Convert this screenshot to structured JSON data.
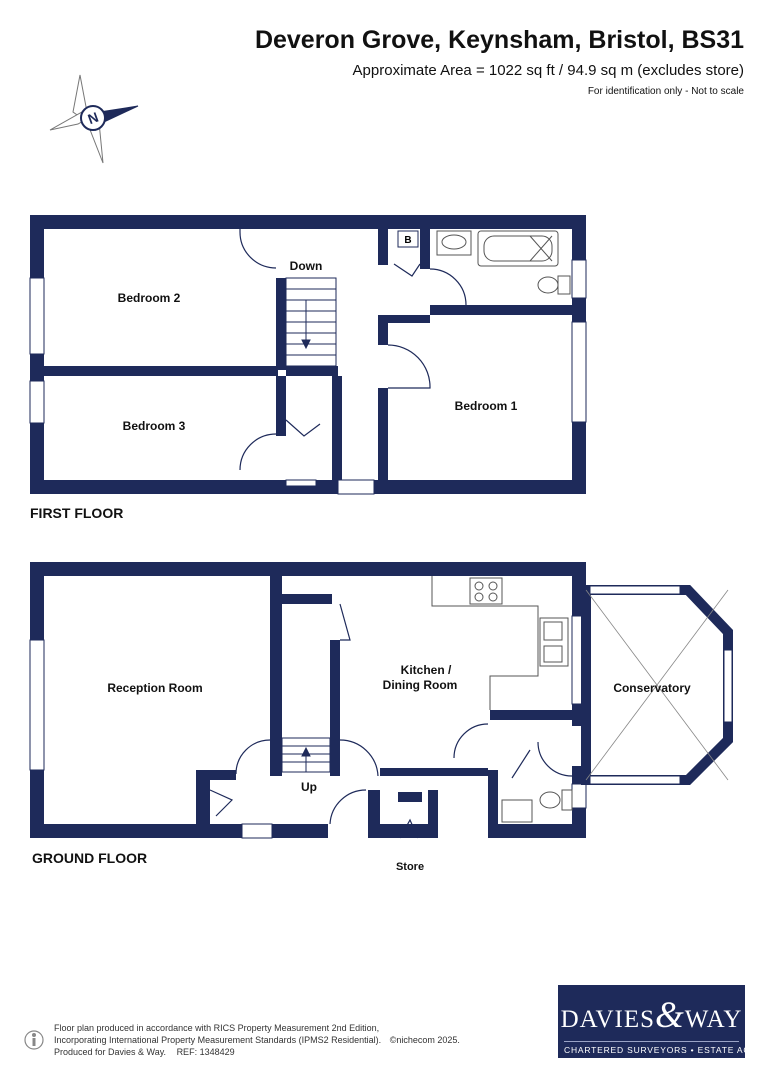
{
  "header": {
    "title": "Deveron Grove, Keynsham, Bristol, BS31",
    "area": "Approximate Area = 1022 sq ft / 94.9 sq m (excludes store)",
    "disclaimer": "For identification only - Not to scale"
  },
  "compass": {
    "letter": "N"
  },
  "first_floor": {
    "label": "FIRST FLOOR",
    "rooms": {
      "bedroom2": "Bedroom 2",
      "bedroom3": "Bedroom 3",
      "bedroom1": "Bedroom 1"
    },
    "stairs_label": "Down",
    "boiler_label": "B"
  },
  "ground_floor": {
    "label": "GROUND FLOOR",
    "rooms": {
      "reception": "Reception Room",
      "kitchen_line1": "Kitchen /",
      "kitchen_line2": "Dining Room",
      "conservatory": "Conservatory",
      "store": "Store"
    },
    "stairs_label": "Up"
  },
  "footer": {
    "line1": "Floor plan produced in accordance with RICS Property Measurement 2nd Edition,",
    "line2": "Incorporating International Property Measurement Standards (IPMS2 Residential).",
    "copyright": "©nichecom 2025.",
    "line3": "Produced for Davies & Way.",
    "ref": "REF:  1348429"
  },
  "logo": {
    "word1": "DAVIES",
    "amp": "&",
    "word2": "WAY",
    "tagline": "CHARTERED SURVEYORS • ESTATE AGENTS"
  },
  "colors": {
    "wall": "#1e2a5a",
    "fixture": "#555555"
  }
}
